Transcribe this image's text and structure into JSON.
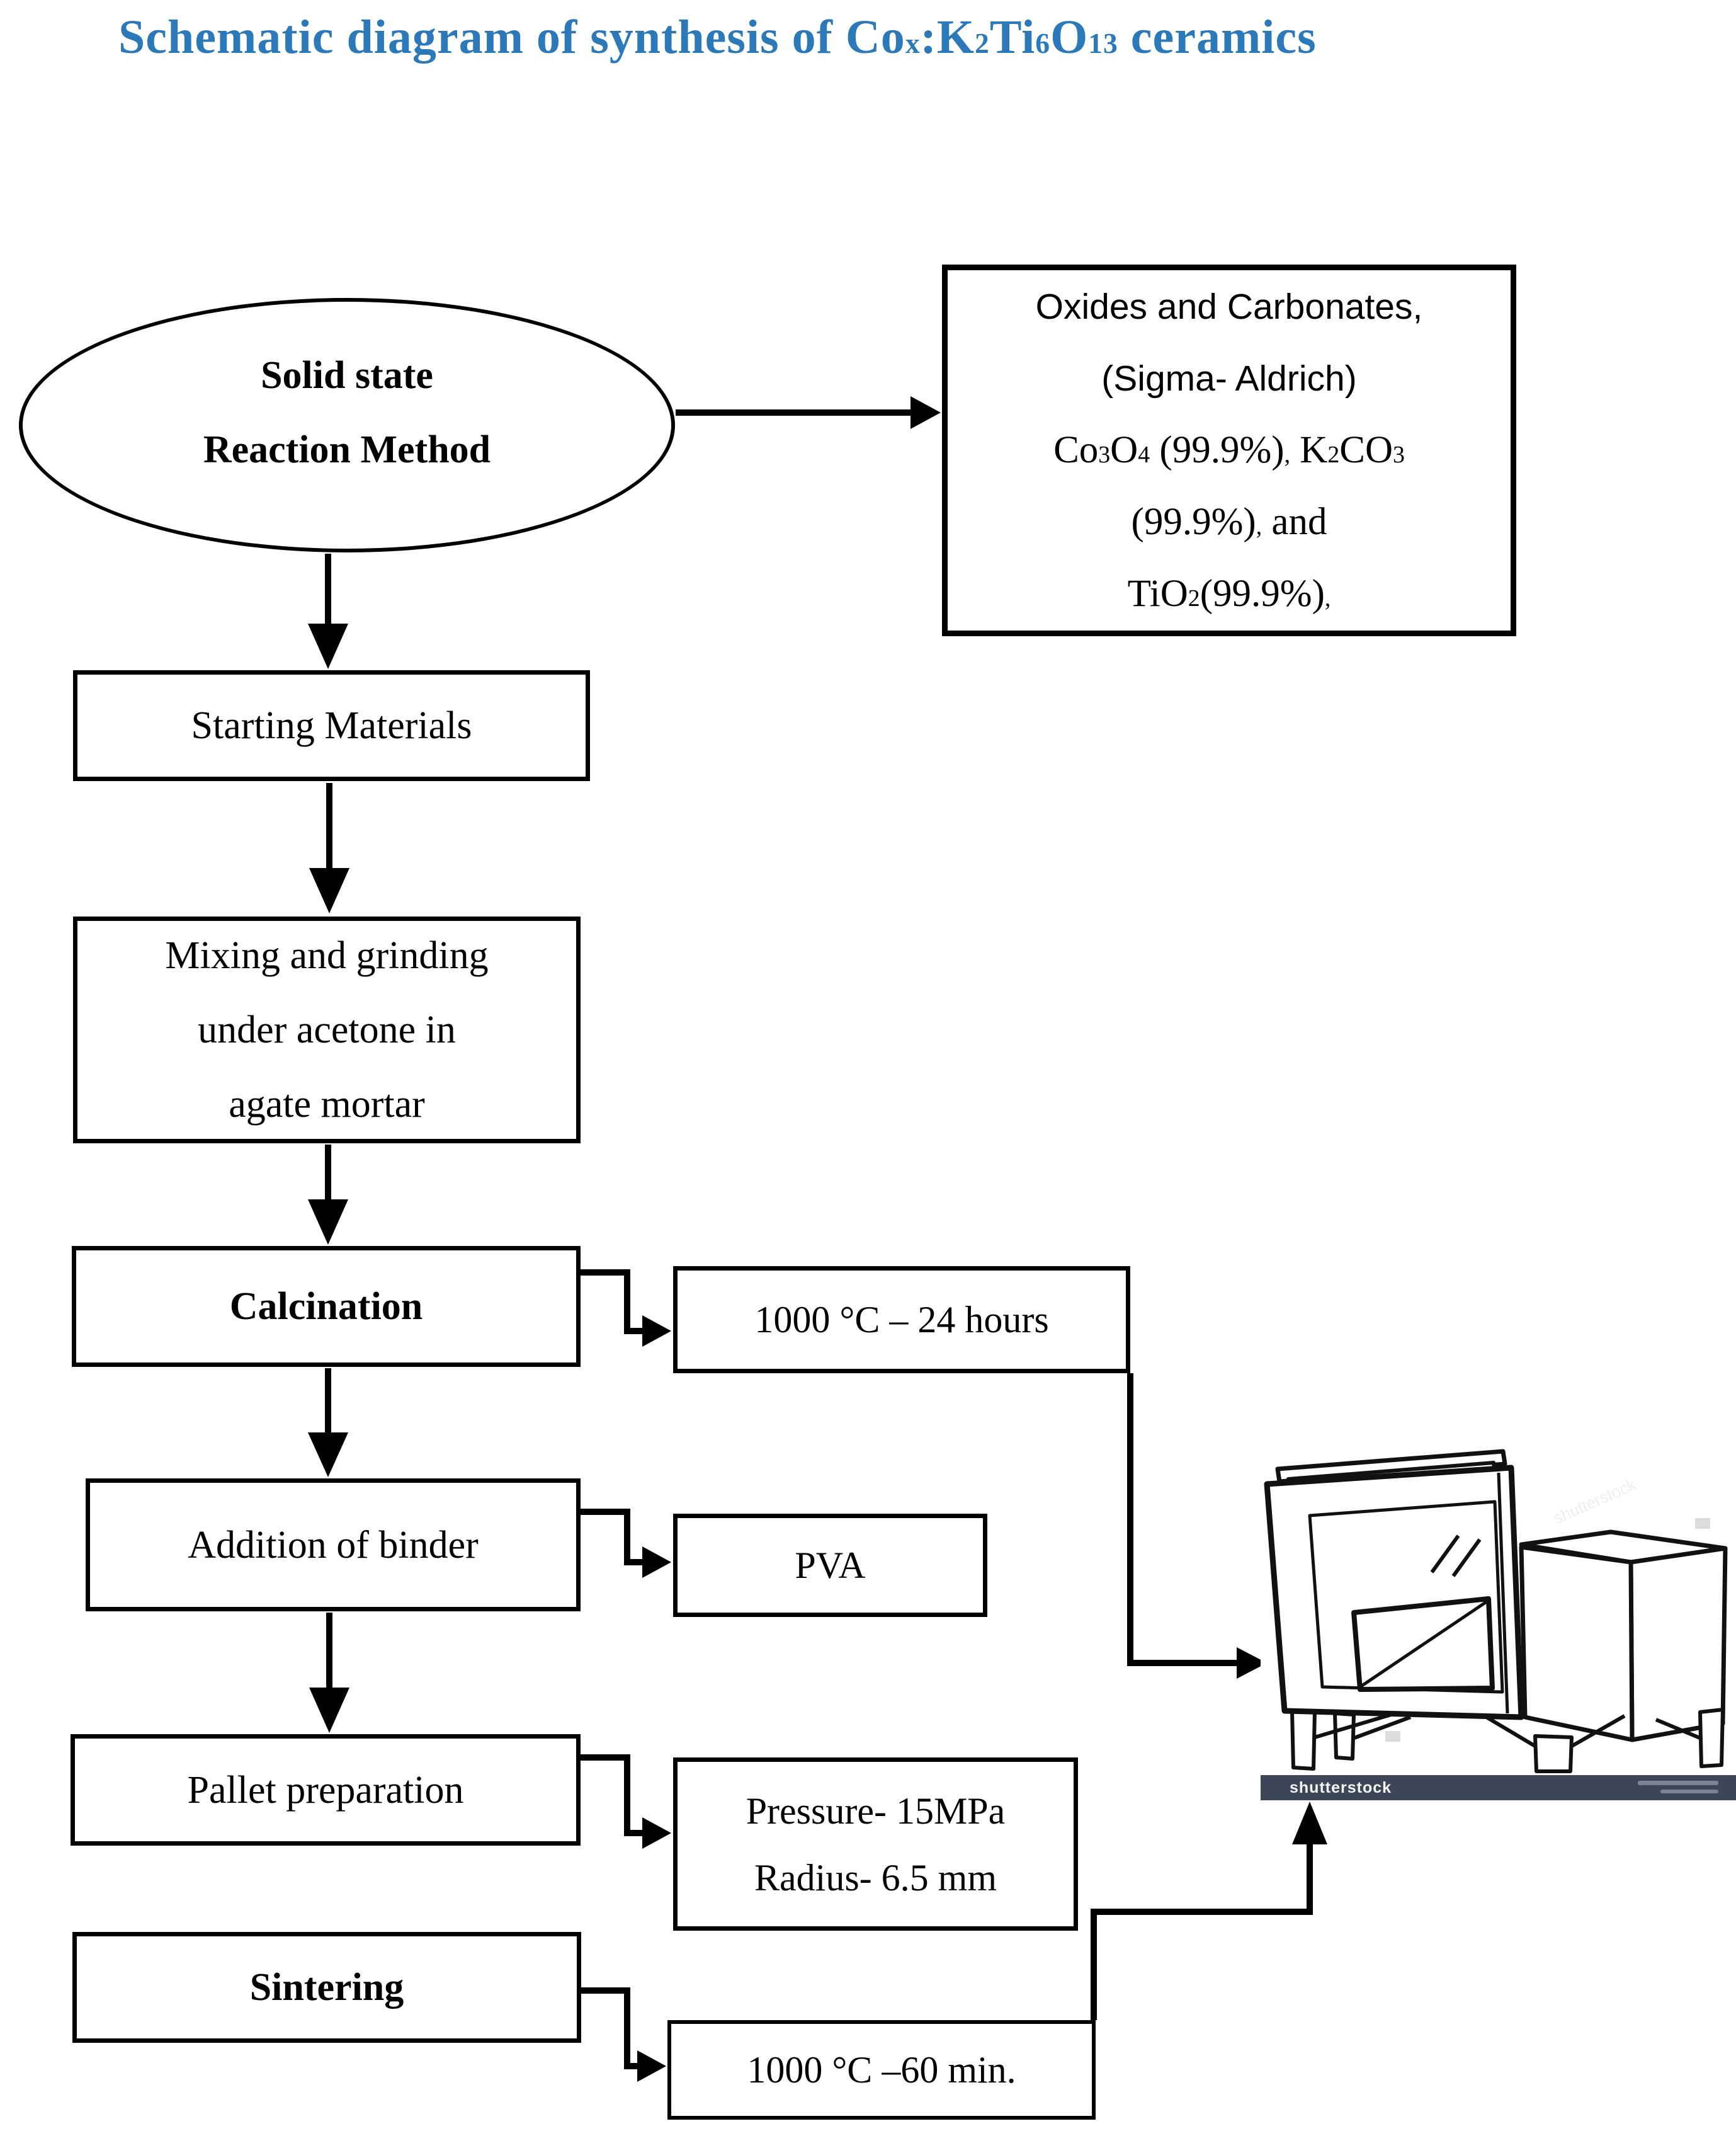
{
  "title": {
    "html": "Schematic diagram of synthesis of Co<sub>x</sub>:K<sub>2</sub>Ti<sub>6</sub>O<sub>13</sub> ceramics",
    "color": "#2b79b9"
  },
  "flowchart": {
    "nodes": {
      "method": {
        "lines": [
          "Solid state",
          "Reaction Method"
        ]
      },
      "materials_source": {
        "sans_lines": [
          "Oxides and Carbonates,",
          "(Sigma- Aldrich)"
        ],
        "serif_lines_html": [
          "Co<sub>3</sub>O<sub>4</sub> (99.9%)<sub>,</sub> K<sub>2</sub>CO<sub>3</sub>",
          "(99.9%)<sub>,</sub> and",
          "TiO<sub>2</sub>(99.9%)<sub>,</sub>"
        ]
      },
      "starting": {
        "label": "Starting Materials"
      },
      "mixing": {
        "lines": [
          "Mixing and grinding",
          "under acetone in",
          "agate mortar"
        ]
      },
      "calcination": {
        "label": "Calcination"
      },
      "calcination_condition": {
        "label": "1000 °C – 24 hours"
      },
      "binder": {
        "label": "Addition of binder"
      },
      "binder_condition": {
        "label": "PVA"
      },
      "pallet": {
        "label": "Pallet preparation"
      },
      "pallet_condition": {
        "lines": [
          "Pressure- 15MPa",
          "Radius- 6.5 mm"
        ]
      },
      "sintering": {
        "label": "Sintering"
      },
      "sintering_condition": {
        "label": "1000 °C –60 min."
      }
    },
    "furnace_image": {
      "watermark": "shutterstock",
      "bar_label": "shutterstock",
      "bar_color": "#3c4656"
    }
  }
}
